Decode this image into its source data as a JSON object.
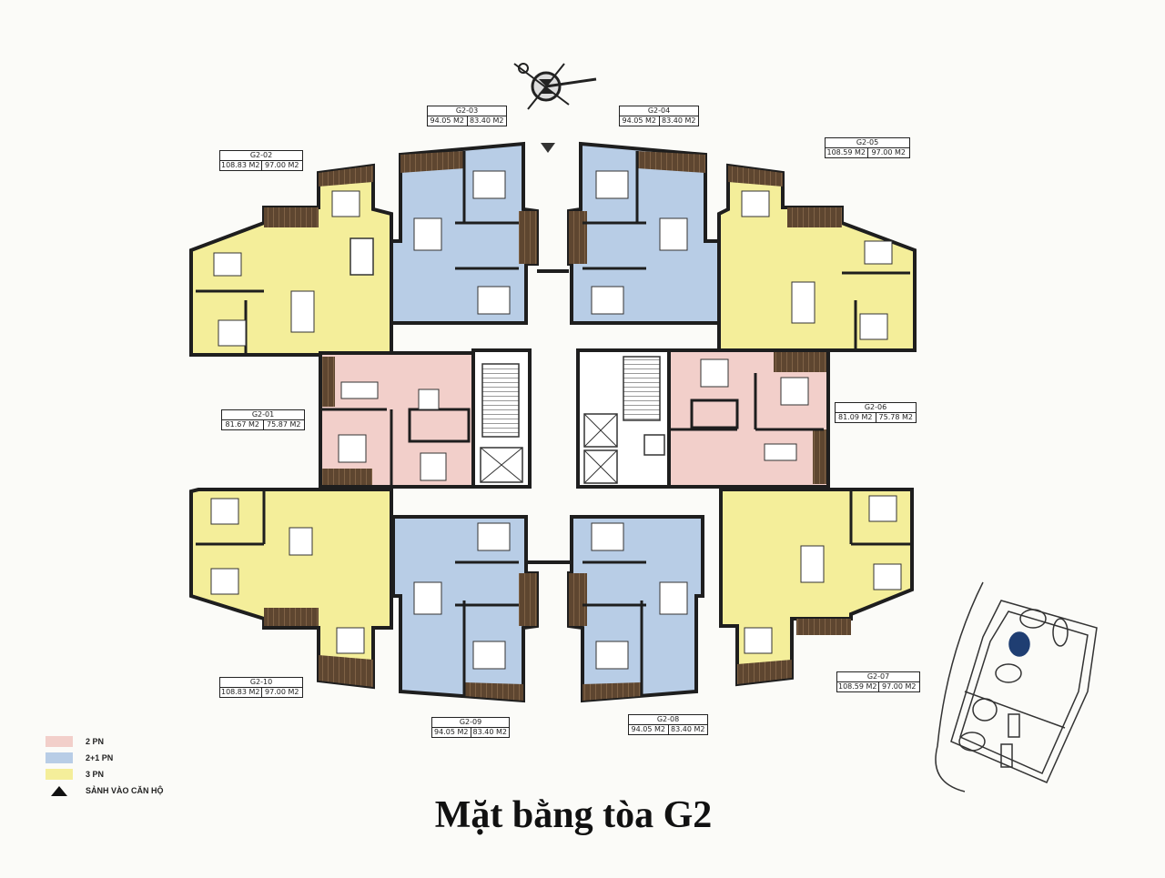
{
  "title": "Mặt bằng tòa G2",
  "colors": {
    "two_bedroom": "#f2cfca",
    "two_plus_one_bedroom": "#b8cde6",
    "three_bedroom": "#f4ee9a",
    "balcony_wood": "#5e4630",
    "wall": "#1e1e1e",
    "core": "#ffffff",
    "site_highlight": "#1f3e72"
  },
  "legend": {
    "items": [
      {
        "label": "2 PN",
        "color": "#f2cfca"
      },
      {
        "label": "2+1 PN",
        "color": "#b8cde6"
      },
      {
        "label": "3 PN",
        "color": "#f4ee9a"
      },
      {
        "label": "SẢNH VÀO CĂN HỘ",
        "symbol": "triangle"
      }
    ]
  },
  "units": [
    {
      "code": "G2-01",
      "area_gross": "81.67 M2",
      "area_net": "75.87 M2",
      "type": "2 PN"
    },
    {
      "code": "G2-02",
      "area_gross": "108.83 M2",
      "area_net": "97.00 M2",
      "type": "3 PN"
    },
    {
      "code": "G2-03",
      "area_gross": "94.05 M2",
      "area_net": "83.40 M2",
      "type": "2+1 PN"
    },
    {
      "code": "G2-04",
      "area_gross": "94.05 M2",
      "area_net": "83.40 M2",
      "type": "2+1 PN"
    },
    {
      "code": "G2-05",
      "area_gross": "108.59 M2",
      "area_net": "97.00 M2",
      "type": "3 PN"
    },
    {
      "code": "G2-06",
      "area_gross": "81.09 M2",
      "area_net": "75.78 M2",
      "type": "2 PN"
    },
    {
      "code": "G2-07",
      "area_gross": "108.59 M2",
      "area_net": "97.00 M2",
      "type": "3 PN"
    },
    {
      "code": "G2-08",
      "area_gross": "94.05 M2",
      "area_net": "83.40 M2",
      "type": "2+1 PN"
    },
    {
      "code": "G2-09",
      "area_gross": "94.05 M2",
      "area_net": "83.40 M2",
      "type": "2+1 PN"
    },
    {
      "code": "G2-10",
      "area_gross": "108.83 M2",
      "area_net": "97.00 M2",
      "type": "3 PN"
    }
  ],
  "icons": {
    "compass": "compass-rose-icon",
    "entrance": "entrance-triangle-icon",
    "site_map": "site-key-plan"
  }
}
